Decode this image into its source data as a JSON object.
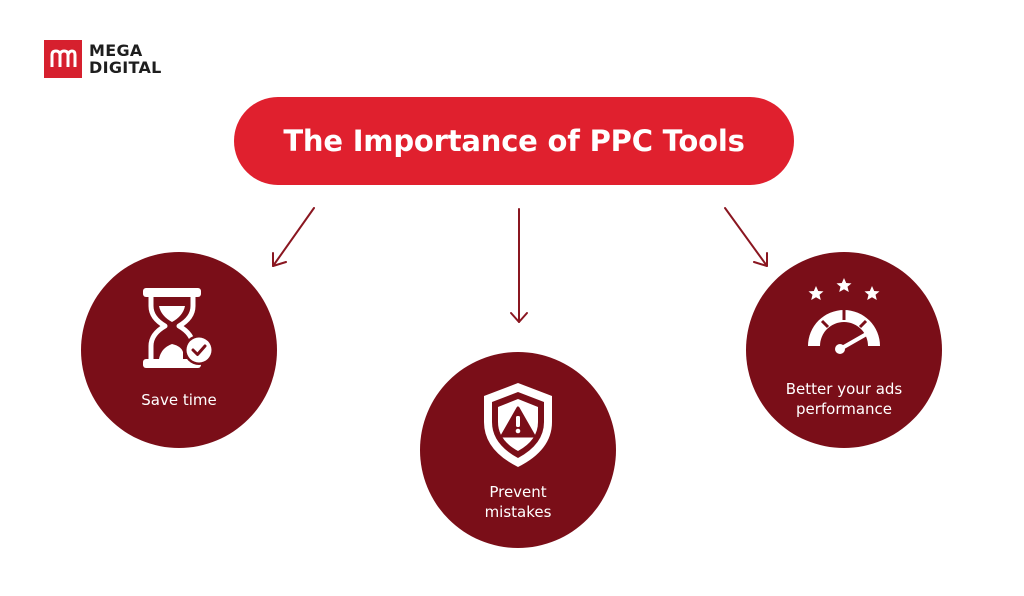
{
  "logo": {
    "line1": "MEGA",
    "line2": "DIGITAL",
    "color": "#d6202e"
  },
  "title": "The Importance of PPC Tools",
  "colors": {
    "title_pill": "#e0202e",
    "circle": "#7a0e18",
    "arrow": "#8a1620"
  },
  "items": [
    {
      "label": "Save time",
      "icon": "hourglass-check-icon"
    },
    {
      "label": "Prevent mistakes",
      "icon": "shield-warning-icon"
    },
    {
      "label": "Better your ads performance",
      "icon": "gauge-stars-icon"
    }
  ]
}
